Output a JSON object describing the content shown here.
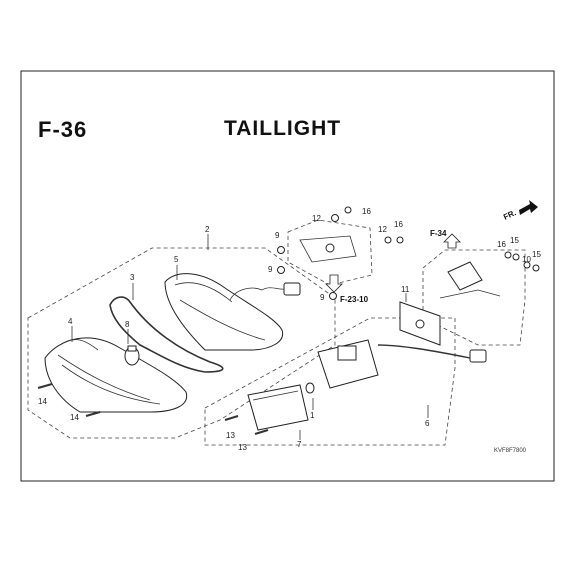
{
  "figure_code": "F-36",
  "title": "TAILLIGHT",
  "direction_label": "FR.",
  "refs": {
    "frame_a": "F-23-10",
    "frame_b": "F-34"
  },
  "drawing_code": "KVF8F7800",
  "callouts": [
    {
      "id": "c2",
      "text": "2"
    },
    {
      "id": "c3",
      "text": "3"
    },
    {
      "id": "c4",
      "text": "4"
    },
    {
      "id": "c5",
      "text": "5"
    },
    {
      "id": "c8",
      "text": "8"
    },
    {
      "id": "c14a",
      "text": "14"
    },
    {
      "id": "c14b",
      "text": "14"
    },
    {
      "id": "c9a",
      "text": "9"
    },
    {
      "id": "c9b",
      "text": "9"
    },
    {
      "id": "c9c",
      "text": "9"
    },
    {
      "id": "c12a",
      "text": "12"
    },
    {
      "id": "c16a",
      "text": "16"
    },
    {
      "id": "c12b",
      "text": "12"
    },
    {
      "id": "c16b",
      "text": "16"
    },
    {
      "id": "c11",
      "text": "11"
    },
    {
      "id": "c16c",
      "text": "16"
    },
    {
      "id": "c15a",
      "text": "15"
    },
    {
      "id": "c10",
      "text": "10"
    },
    {
      "id": "c15b",
      "text": "15"
    },
    {
      "id": "c1",
      "text": "1"
    },
    {
      "id": "c6",
      "text": "6"
    },
    {
      "id": "c7",
      "text": "7"
    },
    {
      "id": "c13a",
      "text": "13"
    },
    {
      "id": "c13b",
      "text": "13"
    }
  ]
}
